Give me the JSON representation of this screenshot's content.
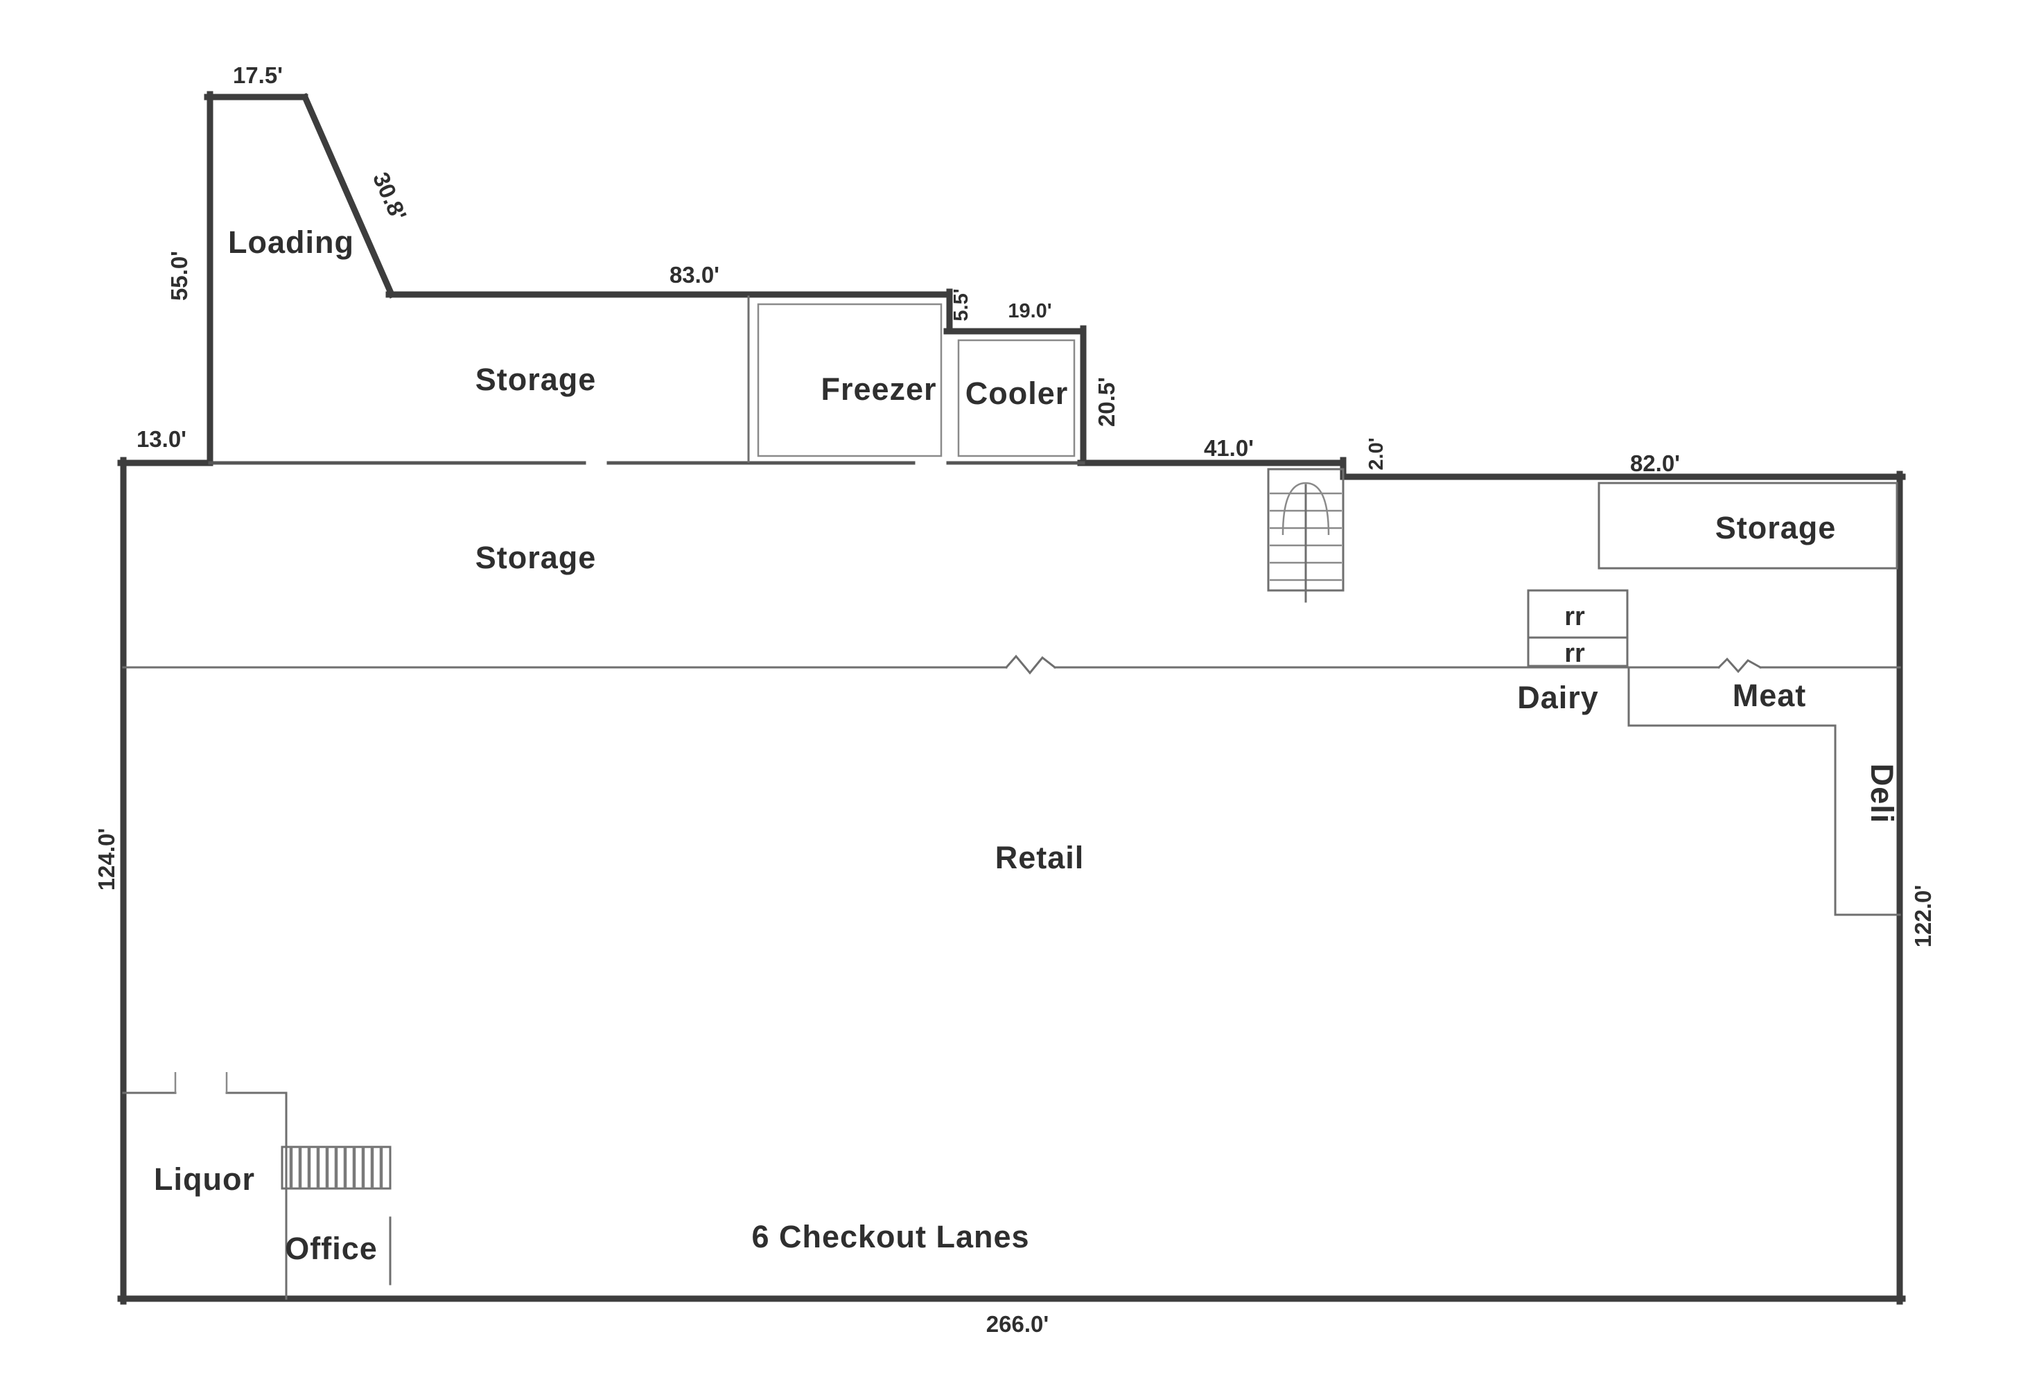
{
  "plan": {
    "rooms": {
      "loading": "Loading",
      "storage_upper": "Storage",
      "freezer": "Freezer",
      "cooler": "Cooler",
      "storage_main": "Storage",
      "storage_right": "Storage",
      "restroom_1": "rr",
      "restroom_2": "rr",
      "dairy": "Dairy",
      "meat": "Meat",
      "deli": "Deli",
      "retail": "Retail",
      "liquor": "Liquor",
      "office": "Office",
      "checkout": "6 Checkout Lanes"
    },
    "dimensions": {
      "loading_top": "17.5'",
      "loading_left": "55.0'",
      "loading_diagonal": "30.8'",
      "left_offset": "13.0'",
      "storage_top": "83.0'",
      "cooler_step": "5.5'",
      "cooler_top": "19.0'",
      "cooler_right": "20.5'",
      "north_wall_mid": "41.0'",
      "stair_step": "2.0'",
      "north_wall_right": "82.0'",
      "west_wall": "124.0'",
      "east_wall": "122.0'",
      "south_wall": "266.0'"
    },
    "colors": {
      "wall": "#3d3d3d",
      "partition": "#6f6f6f",
      "text": "#2f2f2f",
      "background": "#ffffff"
    }
  }
}
